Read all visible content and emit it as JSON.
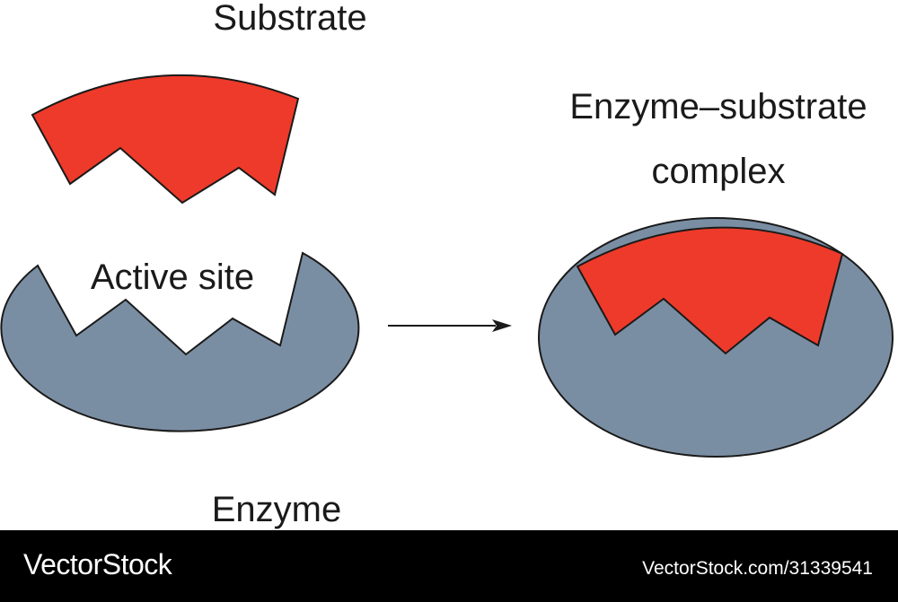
{
  "labels": {
    "substrate": "Substrate",
    "active_site": "Active site",
    "enzyme": "Enzyme",
    "complex_line1": "Enzyme–substrate",
    "complex_line2": "complex"
  },
  "colors": {
    "substrate_fill": "#ee3a2a",
    "enzyme_fill": "#7a8ea3",
    "outline": "#1a1a1a",
    "footer_background": "#000000",
    "footer_text": "#ffffff"
  },
  "footer": {
    "brand": "VectorStock",
    "image_url": "VectorStock.com/31339541"
  }
}
